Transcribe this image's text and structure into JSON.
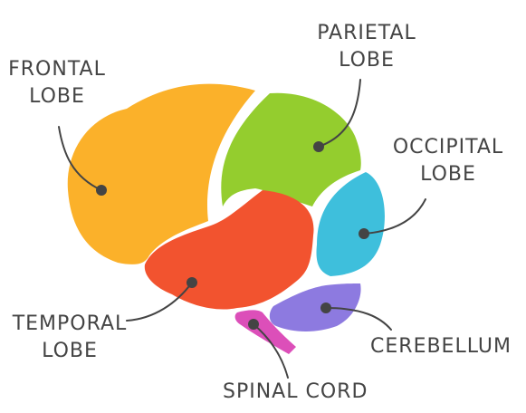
{
  "labels": {
    "frontal": [
      "FRONTAL",
      "LOBE"
    ],
    "parietal": [
      "PARIETAL",
      "LOBE"
    ],
    "occipital": [
      "OCCIPITAL",
      "LOBE"
    ],
    "temporal": [
      "TEMPORAL",
      "LOBE"
    ],
    "cerebellum": "CEREBELLUM",
    "spinal_cord": "SPINAL CORD"
  },
  "colors": {
    "frontal": "#fbb12a",
    "parietal": "#94cd2e",
    "occipital": "#3ebfdc",
    "temporal": "#f2532f",
    "cerebellum": "#8d7ae0",
    "spinal_cord": "#dc4fb9",
    "pointer": "#444444"
  }
}
